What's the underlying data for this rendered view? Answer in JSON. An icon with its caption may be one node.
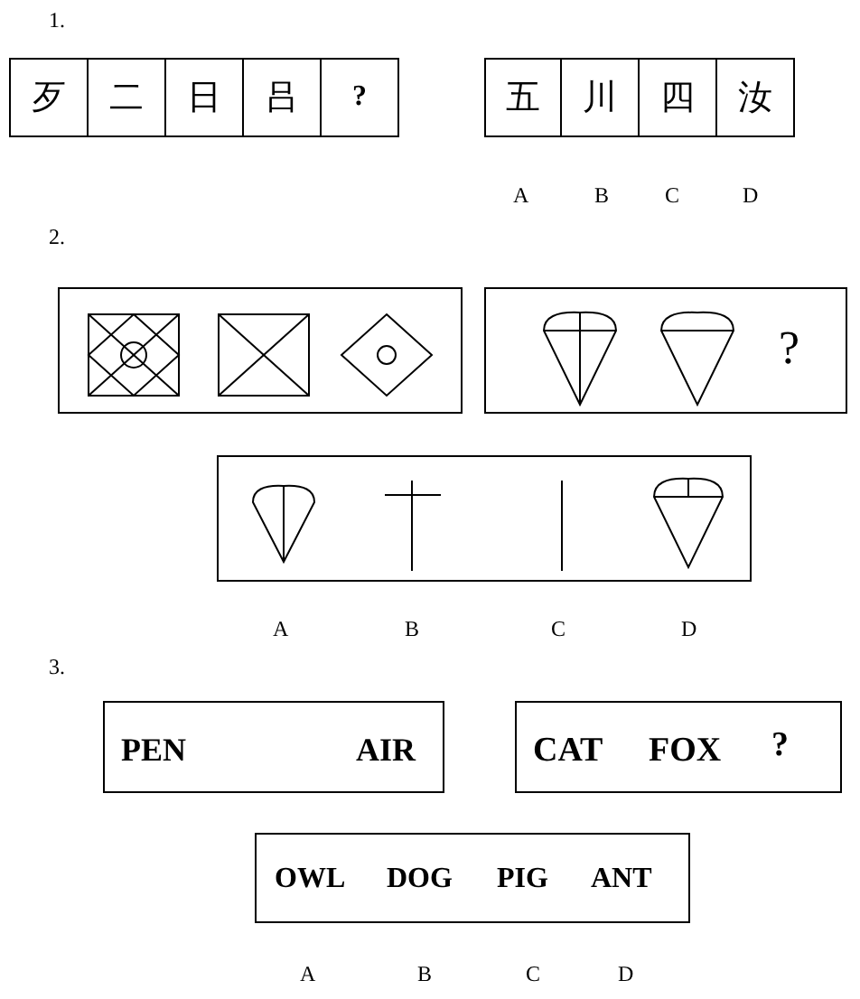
{
  "diagram": {
    "nodes": [
      {
        "text": [
          "歹"
        ]
      },
      {
        "text": [
          "二"
        ]
      },
      {
        "text": [
          "日"
        ]
      },
      {
        "text": [
          "吕"
        ]
      },
      {
        "text": [
          "?"
        ]
      },
      {
        "text": [
          "五"
        ]
      },
      {
        "text": [
          "川"
        ]
      },
      {
        "text": [
          "四"
        ]
      },
      {
        "text": [
          "汝"
        ]
      },
      {
        "text": [],
        "shape": "box"
      },
      {
        "text": [
          "?"
        ]
      },
      {
        "text": [],
        "shape": "box"
      },
      {
        "text": [
          "PEN",
          "AIR"
        ]
      },
      {
        "text": [
          "CAT",
          "FOX",
          "?"
        ]
      },
      {
        "text": [
          "OWL",
          "DOG",
          "PIG",
          "ANT"
        ]
      }
    ],
    "edges": [],
    "labels": [
      "1.",
      "A",
      "B",
      "C",
      "D",
      "2.",
      "A",
      "B",
      "C",
      "D",
      "3.",
      "A",
      "B",
      "C",
      "D"
    ]
  }
}
